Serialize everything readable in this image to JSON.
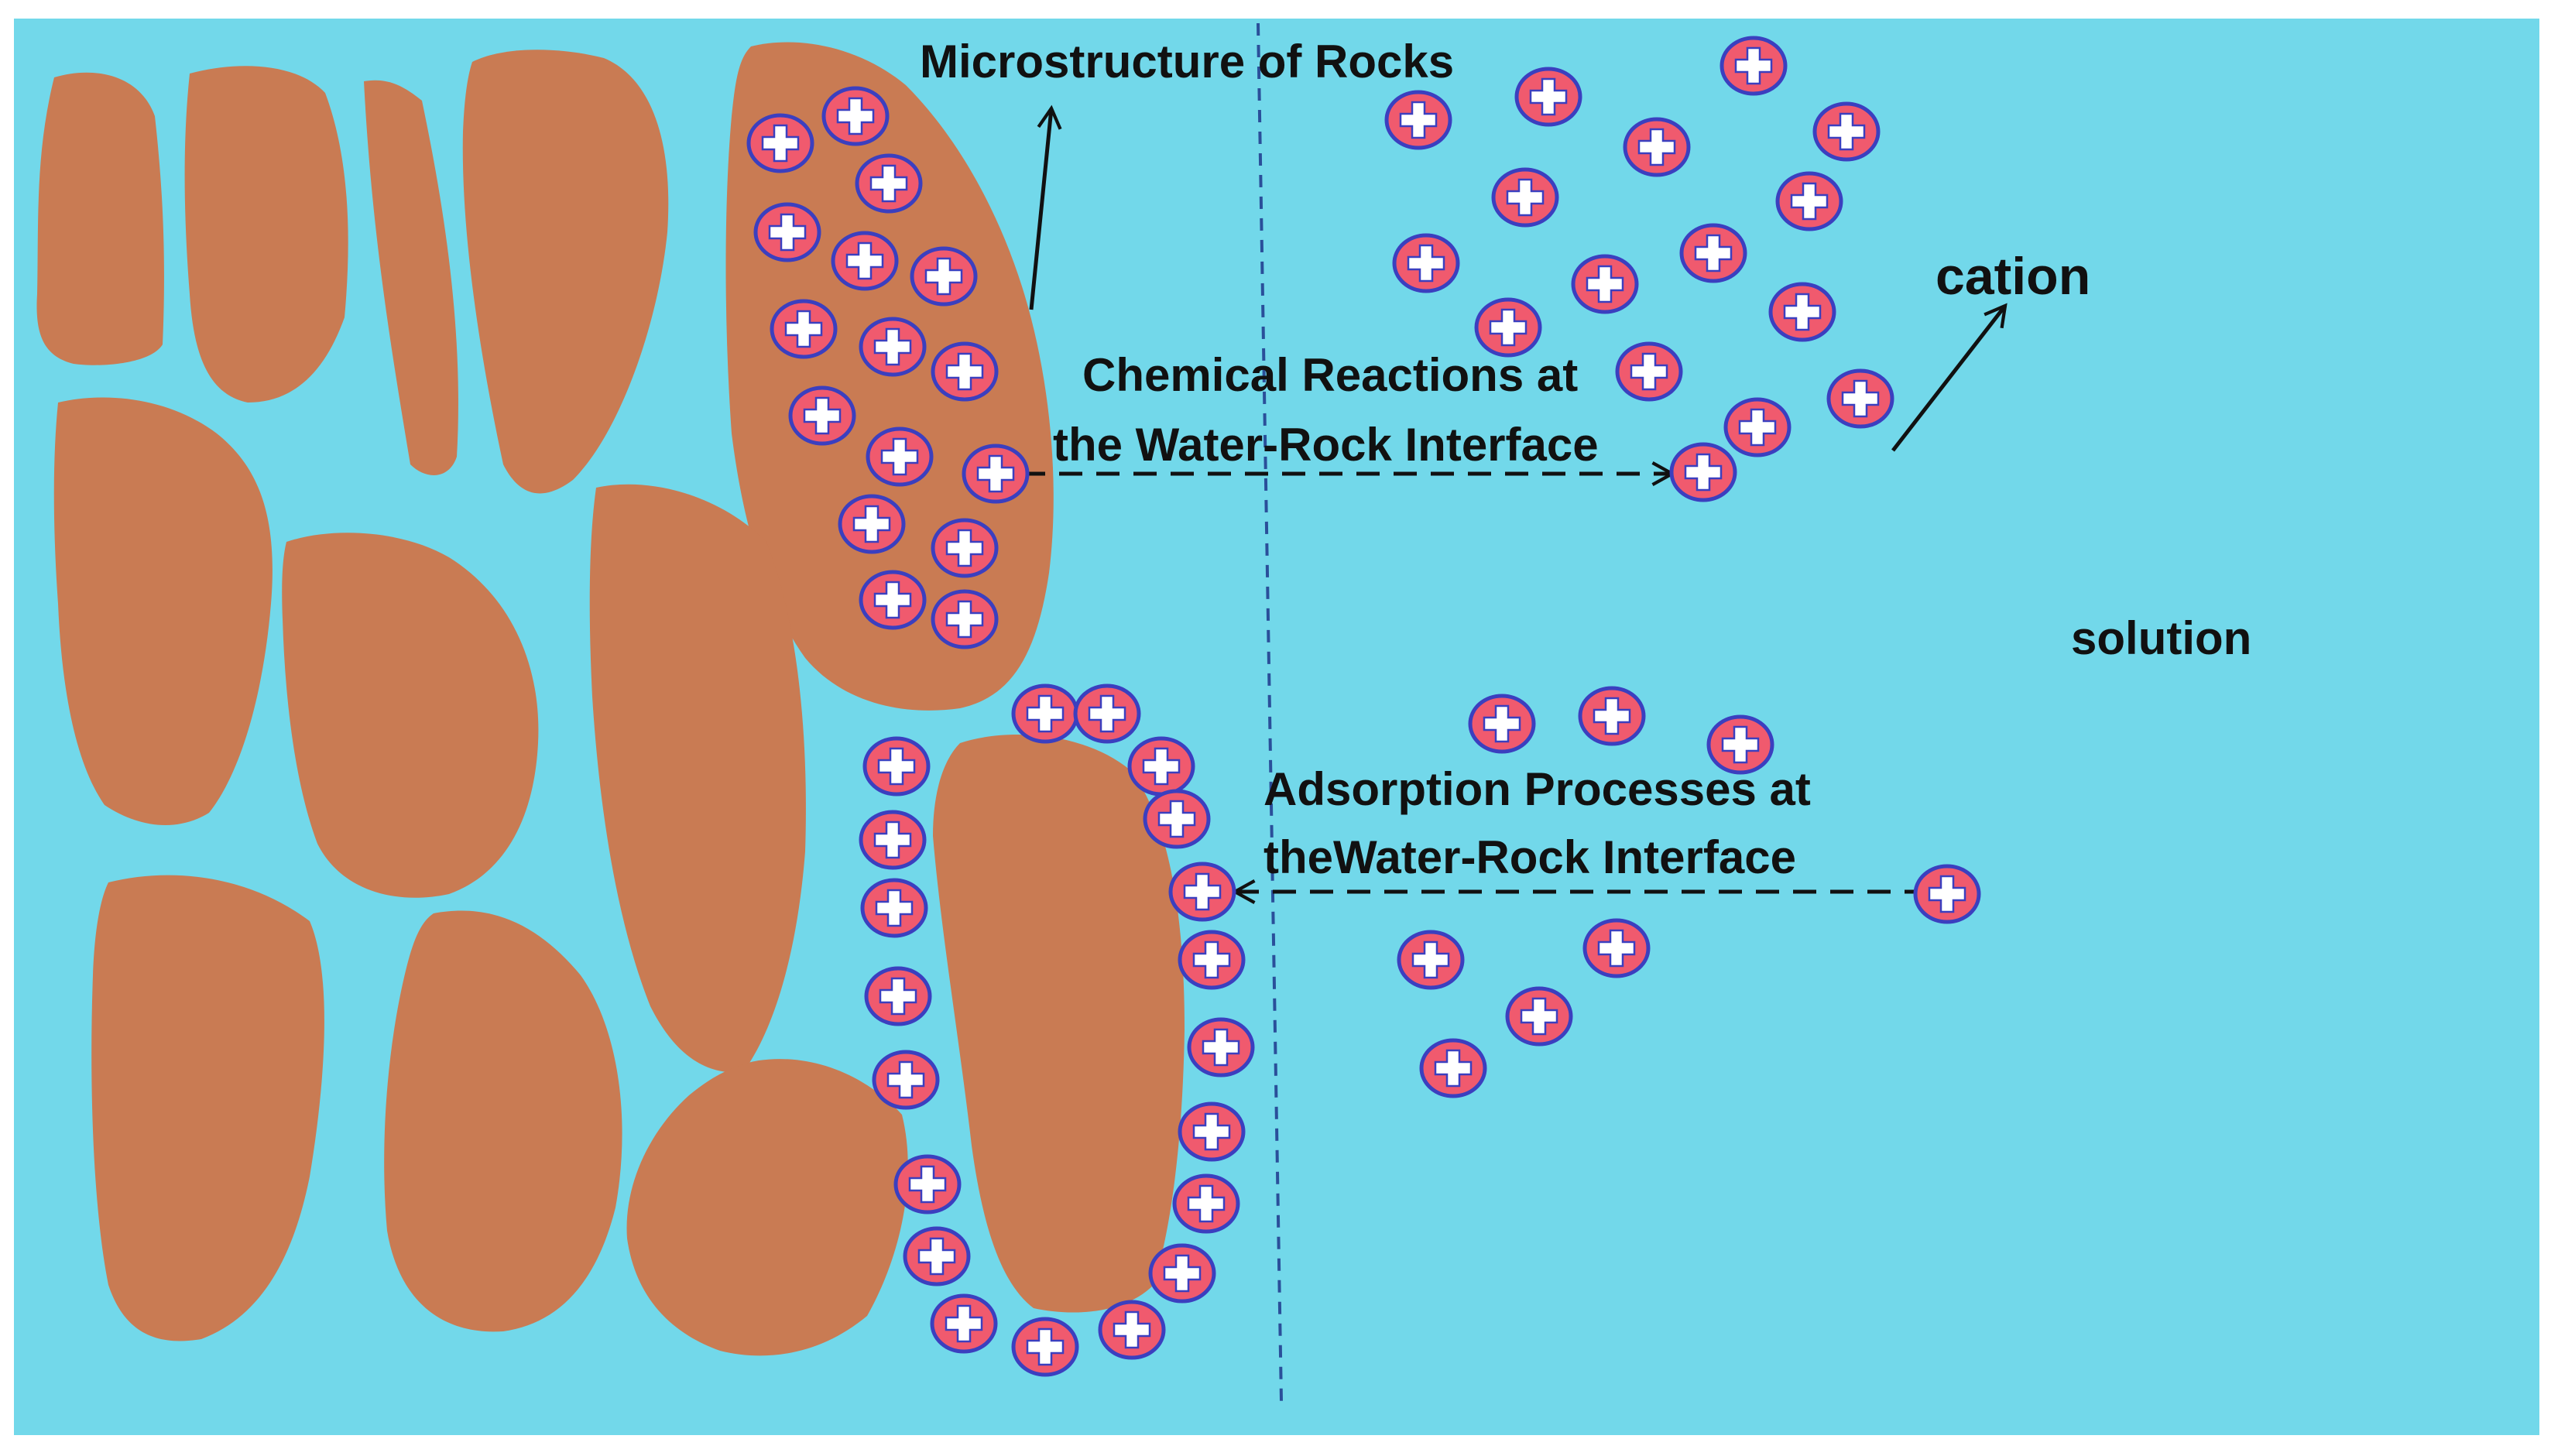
{
  "labels": {
    "microstructure": "Microstructure of Rocks",
    "cation": "cation",
    "chemical_line1": "Chemical Reactions at",
    "chemical_line2": "the Water-Rock Interface",
    "solution": "solution",
    "adsorption_line1": "Adsorption Processes at",
    "adsorption_line2": "theWater-Rock Interface"
  },
  "colors": {
    "background": "#72d8ea",
    "rock": "#c97b53",
    "cation_fill": "#f05a6e",
    "cation_ring": "#3b3fbf",
    "cation_sign": "#ffffff",
    "arrow": "#111111",
    "interface_line": "#2a4f9a"
  },
  "icons": {
    "cation": "plus-cation-icon"
  }
}
